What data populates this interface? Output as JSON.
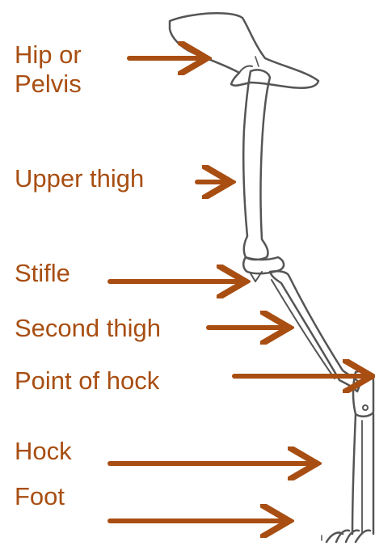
{
  "labels": {
    "hip": [
      "Hip or",
      "Pelvis"
    ],
    "upper_thigh": "Upper thigh",
    "stifle": "Stifle",
    "second_thigh": "Second thigh",
    "point_of_hock": "Point of hock",
    "hock": "Hock",
    "foot": "Foot"
  },
  "colors": {
    "label_text": "#a84e12",
    "arrow": "#a84e12",
    "bone_outline": "#555555"
  }
}
